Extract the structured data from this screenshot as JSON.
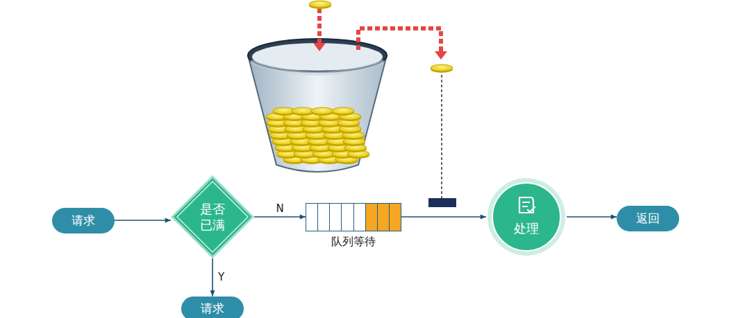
{
  "diagram": {
    "nodes": [
      {
        "text": [
          "请求"
        ]
      },
      {
        "text": [
          "是否 已满"
        ]
      },
      {
        "text": [
          "队列等待"
        ]
      },
      {
        "text": [
          "处理"
        ]
      },
      {
        "text": [
          "返回"
        ]
      },
      {
        "text": [
          "请求"
        ]
      }
    ],
    "edges": [
      {
        "from": 0,
        "to": 1,
        "arrow": "to"
      },
      {
        "from": 1,
        "to": 2,
        "label": "N",
        "arrow": "to"
      },
      {
        "from": 1,
        "to": 5,
        "label": "Y",
        "arrow": "to"
      },
      {
        "from": 2,
        "to": 3,
        "arrow": "to"
      },
      {
        "from": 3,
        "to": 4,
        "arrow": "to"
      }
    ]
  }
}
